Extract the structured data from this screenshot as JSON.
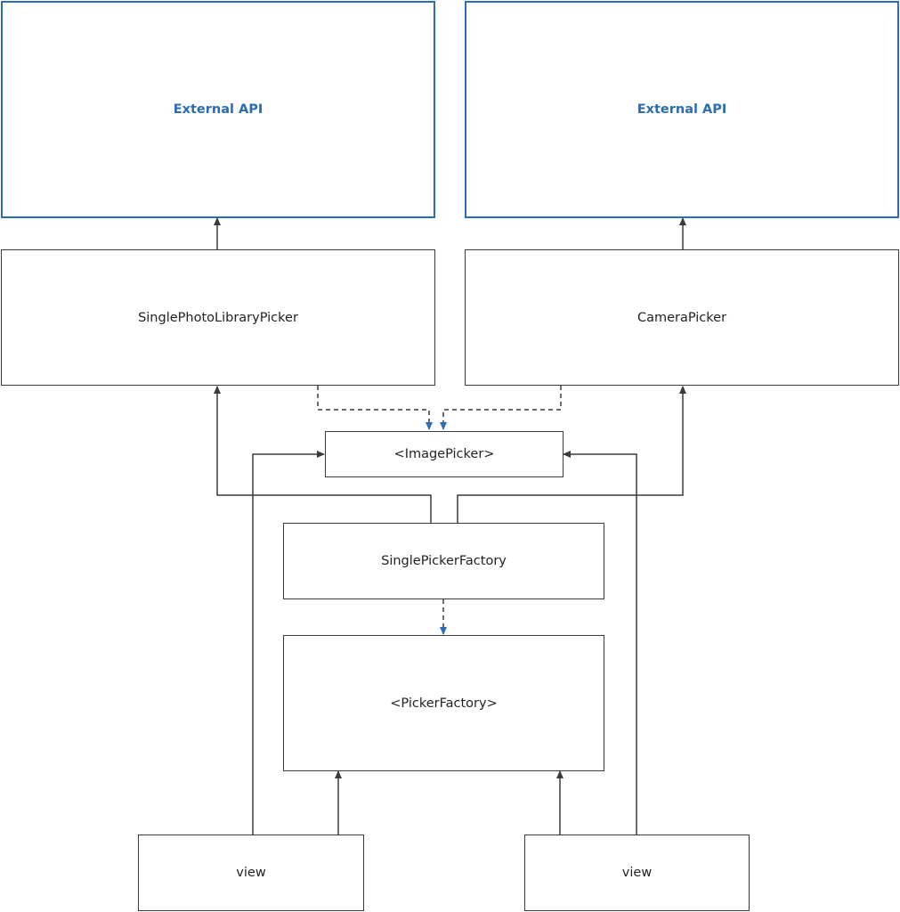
{
  "nodes": {
    "external_api_left": "External API",
    "external_api_right": "External API",
    "single_photo_library_picker": "SinglePhotoLibraryPicker",
    "camera_picker": "CameraPicker",
    "image_picker": "<ImagePicker>",
    "single_picker_factory": "SinglePickerFactory",
    "picker_factory": "<PickerFactory>",
    "view_left": "view",
    "view_right": "view"
  },
  "colors": {
    "accent": "#2a6db5",
    "line": "#3a3a3a"
  }
}
